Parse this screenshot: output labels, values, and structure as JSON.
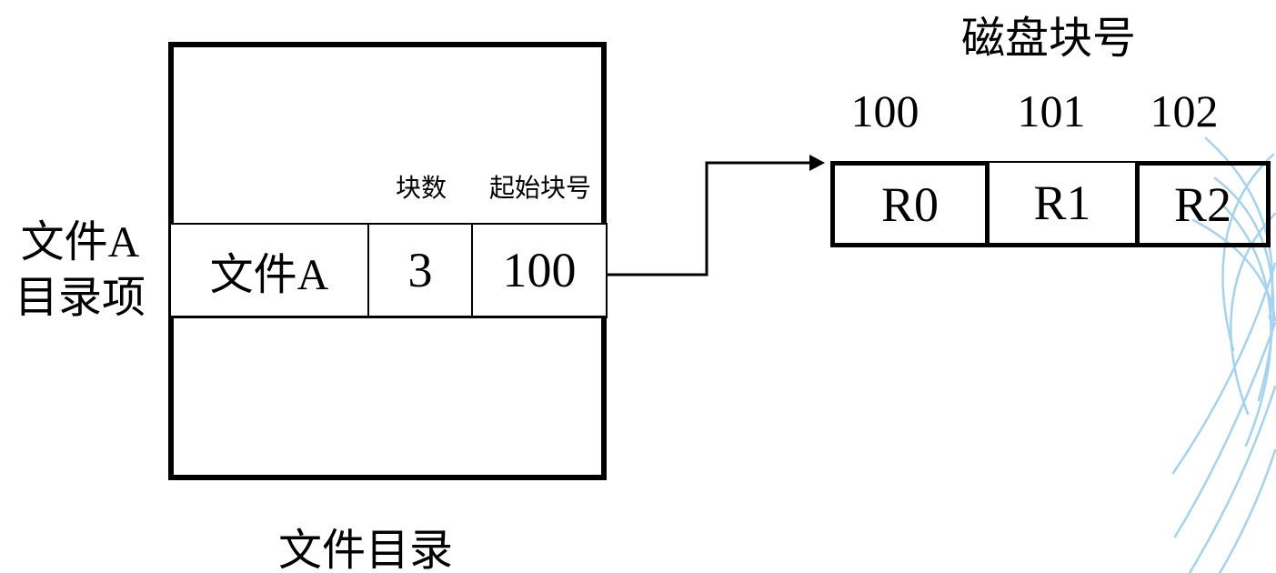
{
  "colors": {
    "ink": "#000000",
    "background": "#ffffff",
    "decoration_blue": "#a3d3f2"
  },
  "directory_table": {
    "side_label": {
      "line1": "文件A",
      "line2": "目录项"
    },
    "column_headers": [
      {
        "label": "块数"
      },
      {
        "label": "起始块号"
      }
    ],
    "entry": {
      "file_name": "文件A",
      "block_count": "3",
      "start_block": "100"
    },
    "caption": "文件目录"
  },
  "disk_blocks": {
    "title": "磁盘块号",
    "blocks": [
      {
        "number": "100",
        "record": "R0"
      },
      {
        "number": "101",
        "record": "R1"
      },
      {
        "number": "102",
        "record": "R2"
      }
    ]
  }
}
